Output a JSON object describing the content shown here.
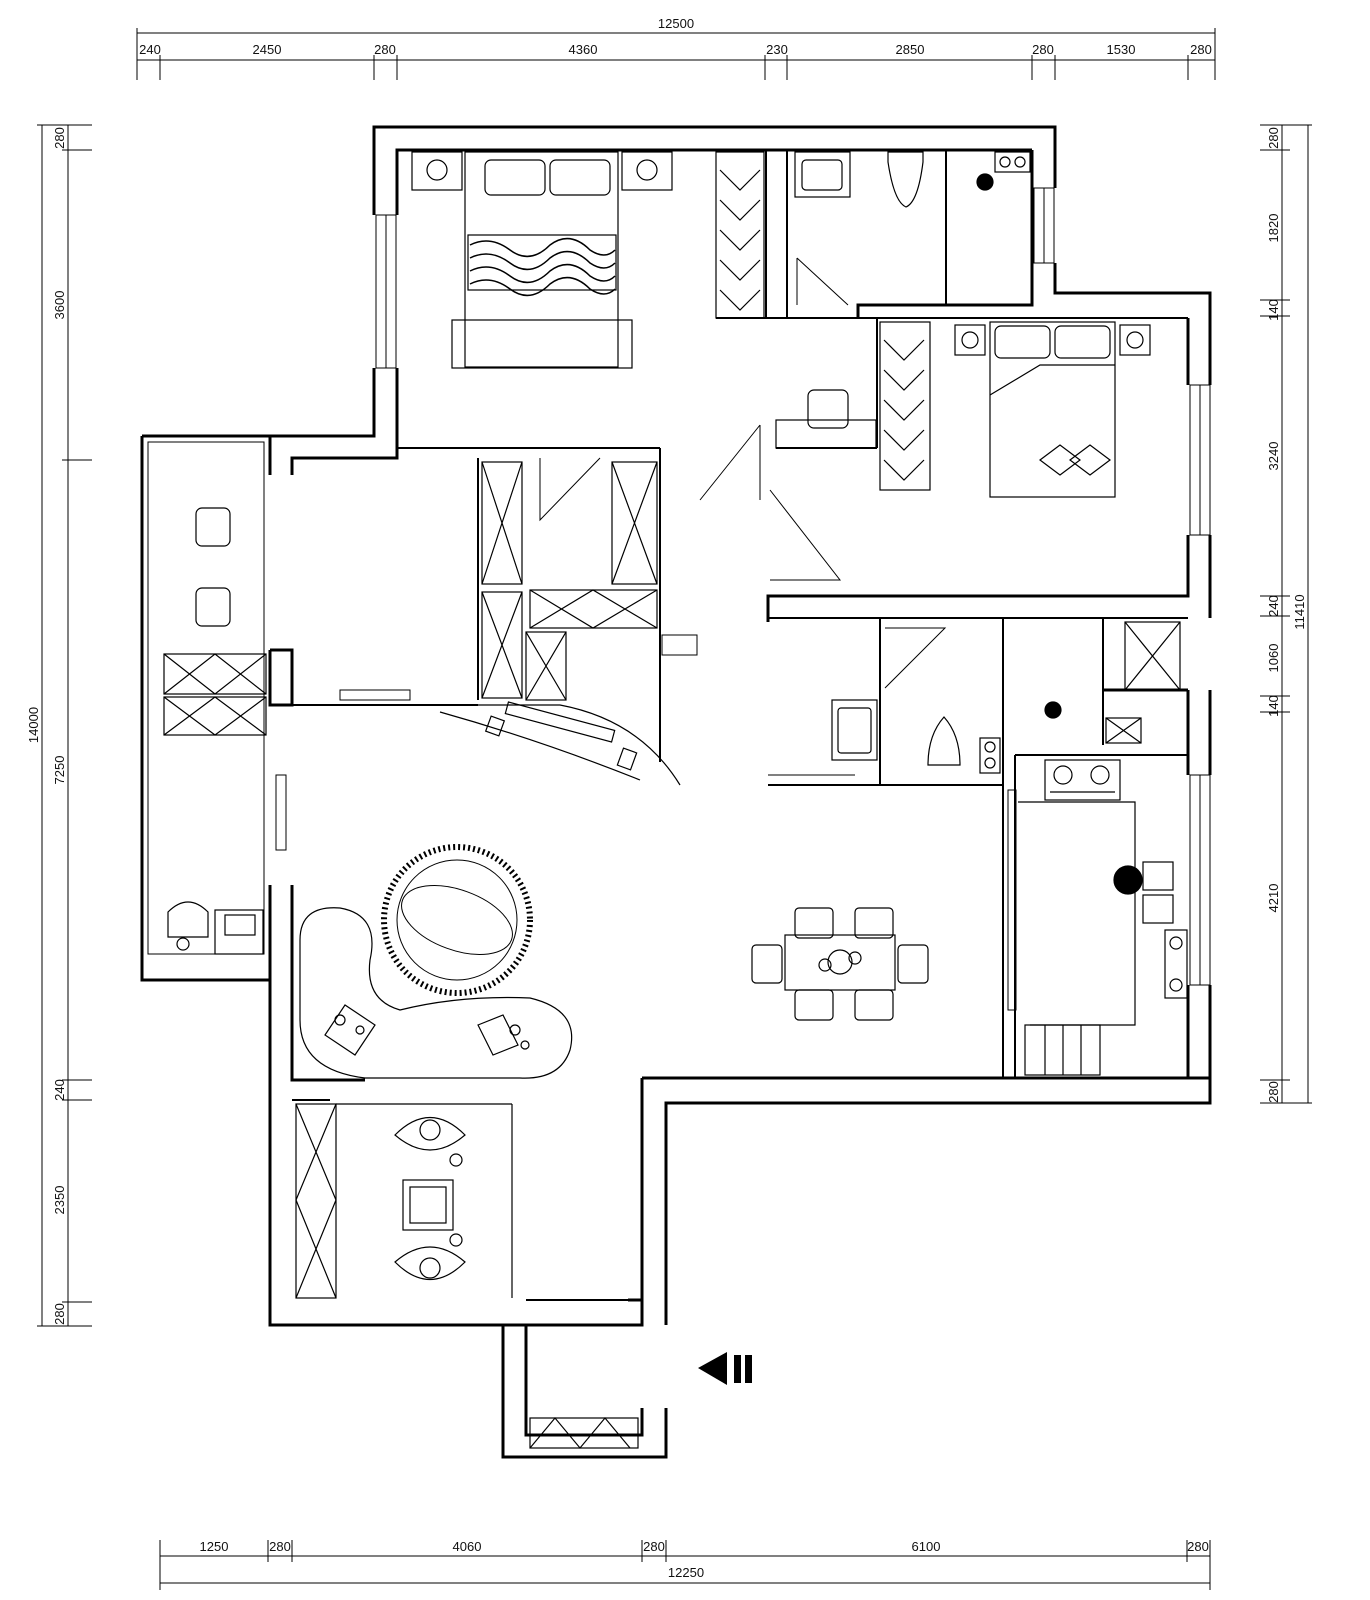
{
  "top_dims": {
    "total": "12500",
    "segments": [
      "240",
      "2450",
      "280",
      "4360",
      "230",
      "2850",
      "280",
      "1530",
      "280"
    ]
  },
  "bottom_dims": {
    "total": "12250",
    "segments": [
      "1250",
      "280",
      "4060",
      "280",
      "6100",
      "280"
    ]
  },
  "left_dims": {
    "total": "14000",
    "segments": [
      "280",
      "3600",
      "7250",
      "240",
      "2350",
      "280"
    ]
  },
  "right_dims": {
    "total": "11410",
    "segments": [
      "280",
      "1820",
      "140",
      "3240",
      "240",
      "1060",
      "140",
      "4210",
      "280"
    ]
  },
  "icons": [
    "north-arrow-icon",
    "bed-icon",
    "sofa-icon",
    "dining-table-icon",
    "stove-icon",
    "toilet-icon",
    "wardrobe-icon",
    "chair-icon"
  ]
}
